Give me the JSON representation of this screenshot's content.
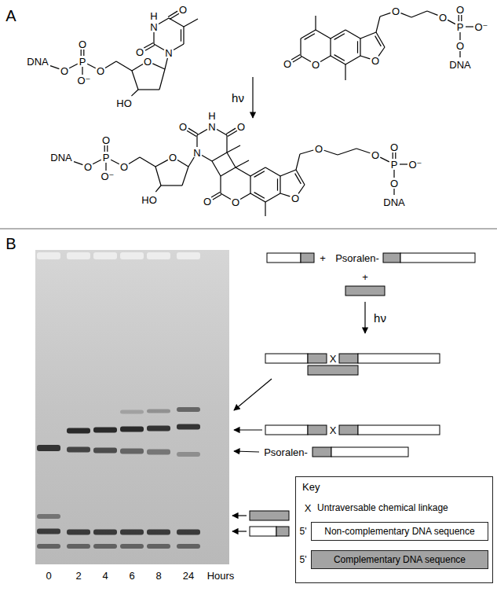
{
  "diagram": {
    "nodes": [
      {
        "text": [
          "Key"
        ]
      }
    ],
    "labels": [
      "A",
      "DNA",
      "O",
      "P",
      "O",
      "O⁻",
      "O",
      "O",
      "HO",
      "N",
      "O",
      "H",
      "N",
      "O",
      "O",
      "O",
      "O",
      "O",
      "O",
      "P",
      "O",
      "O⁻",
      "O",
      "DNA",
      "hν",
      "DNA",
      "O",
      "P",
      "O",
      "O⁻",
      "O",
      "O",
      "HO",
      "N",
      "O",
      "H",
      "N",
      "O",
      "O",
      "O",
      "O",
      "O",
      "O",
      "P",
      "O",
      "O⁻",
      "O",
      "DNA",
      "B",
      "+",
      "Psoralen-",
      "+",
      "hν",
      "X",
      "X",
      "Psoralen-",
      "0",
      "2",
      "4",
      "6",
      "8",
      "24",
      "Hours",
      "X",
      "5'",
      "5'"
    ],
    "legend": [
      {
        "text": "Untraversable chemical linkage"
      },
      {
        "text": "Non-complementary DNA sequence",
        "color": "#ffffff"
      },
      {
        "text": "Complementary DNA sequence",
        "color": "#a3a3a3"
      }
    ]
  }
}
